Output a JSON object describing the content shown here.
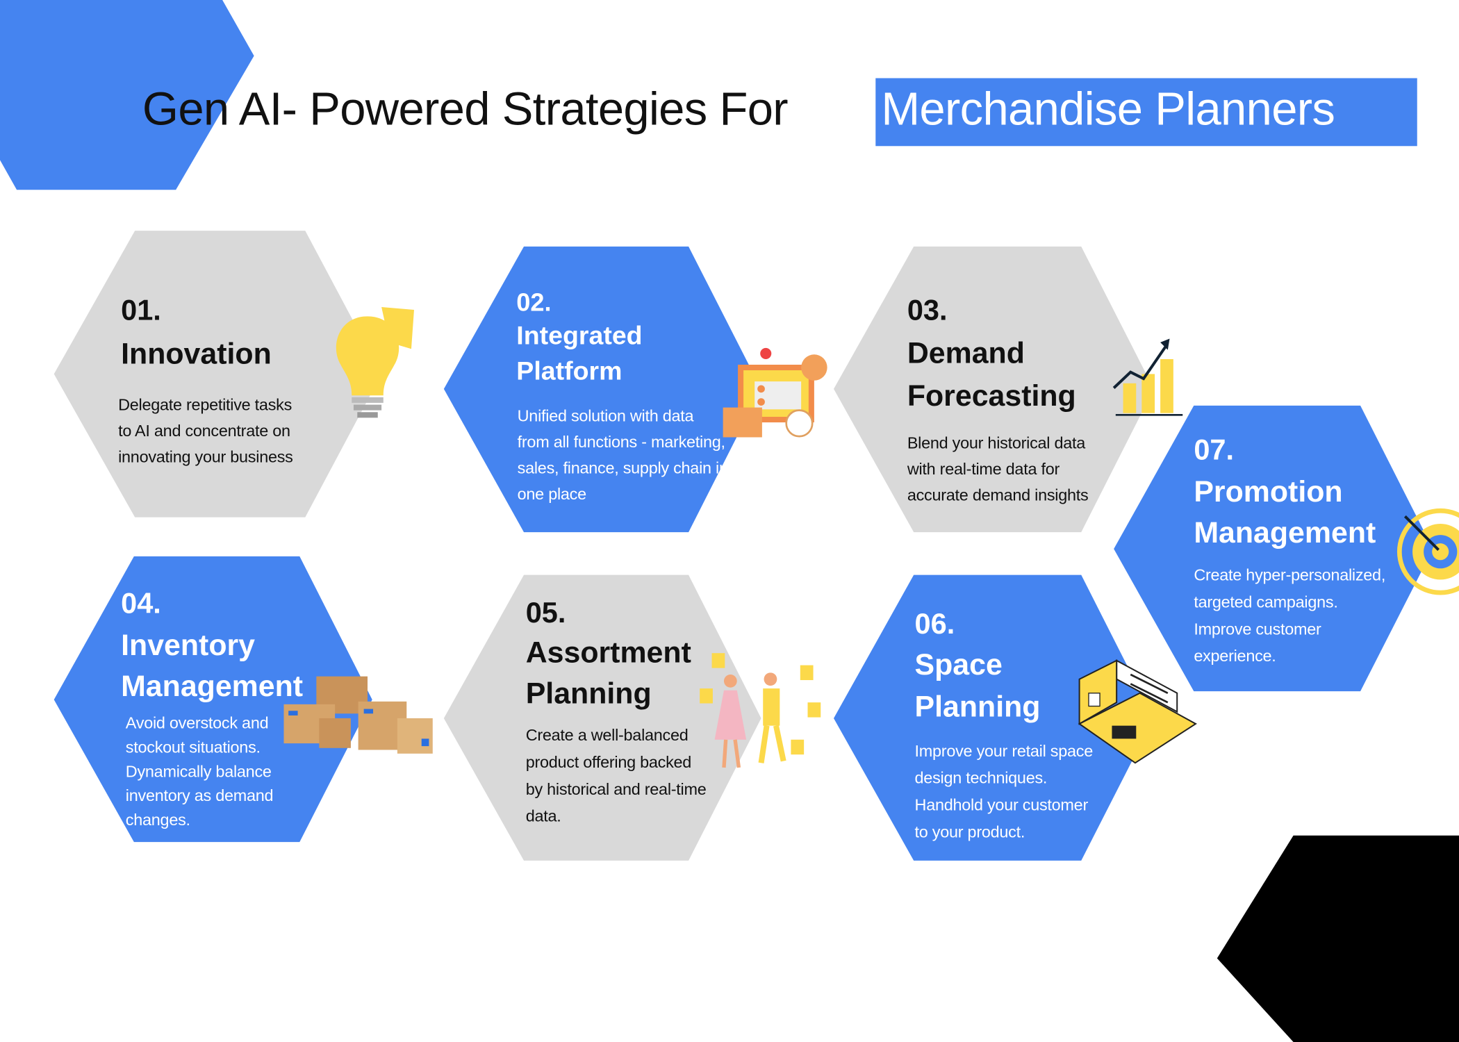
{
  "title": {
    "prefix": "Gen AI- Powered Strategies For",
    "highlight": "Merchandise Planners"
  },
  "colors": {
    "blue": "#4584f0",
    "gray": "#d9d9d9",
    "black": "#000000",
    "yellow": "#fcd94a"
  },
  "cards": [
    {
      "number": "01.",
      "title_lines": [
        "Innovation"
      ],
      "desc_lines": [
        "Delegate repetitive tasks",
        "to AI and concentrate on",
        "innovating your business"
      ],
      "icon": "lightbulb-puzzle-icon"
    },
    {
      "number": "02.",
      "title_lines": [
        "Integrated",
        "Platform"
      ],
      "desc_lines": [
        "Unified solution with data",
        "from all functions - marketing,",
        "sales, finance, supply chain in",
        "one place"
      ],
      "icon": "dashboard-people-icon"
    },
    {
      "number": "03.",
      "title_lines": [
        "Demand",
        "Forecasting"
      ],
      "desc_lines": [
        "Blend your historical data",
        "with real-time data for",
        "accurate demand insights"
      ],
      "icon": "growth-chart-icon"
    },
    {
      "number": "04.",
      "title_lines": [
        "Inventory",
        "Management"
      ],
      "desc_lines": [
        "Avoid overstock and",
        "stockout situations.",
        "Dynamically balance",
        "inventory as demand",
        "changes."
      ],
      "icon": "boxes-icon"
    },
    {
      "number": "05.",
      "title_lines": [
        "Assortment",
        "Planning"
      ],
      "desc_lines": [
        "Create a well-balanced",
        "product offering  backed",
        "by historical and real-time",
        "data."
      ],
      "icon": "shoppers-icon"
    },
    {
      "number": "06.",
      "title_lines": [
        "Space",
        "Planning"
      ],
      "desc_lines": [
        "Improve your retail space",
        "design techniques.",
        "Handhold your customer",
        "to your product."
      ],
      "icon": "store-layout-icon"
    },
    {
      "number": "07.",
      "title_lines": [
        "Promotion",
        "Management"
      ],
      "desc_lines": [
        "Create hyper-personalized,",
        "targeted campaigns.",
        "Improve customer",
        "experience."
      ],
      "icon": "target-icon"
    }
  ]
}
